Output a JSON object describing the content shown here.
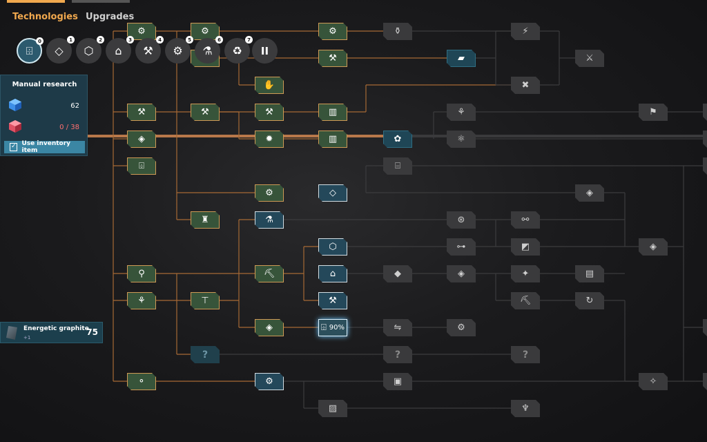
{
  "tabs": {
    "technologies": "Technologies",
    "upgrades": "Upgrades"
  },
  "accent": "#f0a84e",
  "queue": [
    {
      "icon": "research-tube-icon",
      "glyph": "⌹",
      "count": "0"
    },
    {
      "icon": "plate-icon",
      "glyph": "◇",
      "count": "1"
    },
    {
      "icon": "hexgrid-icon",
      "glyph": "⬡",
      "count": "2"
    },
    {
      "icon": "factory-icon",
      "glyph": "⌂",
      "count": "3"
    },
    {
      "icon": "robot-arm-icon",
      "glyph": "⚒",
      "count": "4"
    },
    {
      "icon": "gear-pump-icon",
      "glyph": "⚙",
      "count": "5"
    },
    {
      "icon": "lab-icon",
      "glyph": "⚗",
      "count": "6"
    },
    {
      "icon": "recycle-icon",
      "glyph": "♻",
      "count": "7"
    }
  ],
  "pause_label": "II",
  "manual_research": {
    "title": "Manual research",
    "blue_value": "62",
    "red_value": "0 / 38",
    "use_item": "Use inventory item"
  },
  "inventory_item": {
    "name": "Energetic graphite",
    "sub": "+1",
    "quantity": "75"
  },
  "current_research": {
    "percent": "90%"
  },
  "question_mark": "?",
  "link_color": "#a76a35",
  "locked_link_color": "#3c3c3e"
}
